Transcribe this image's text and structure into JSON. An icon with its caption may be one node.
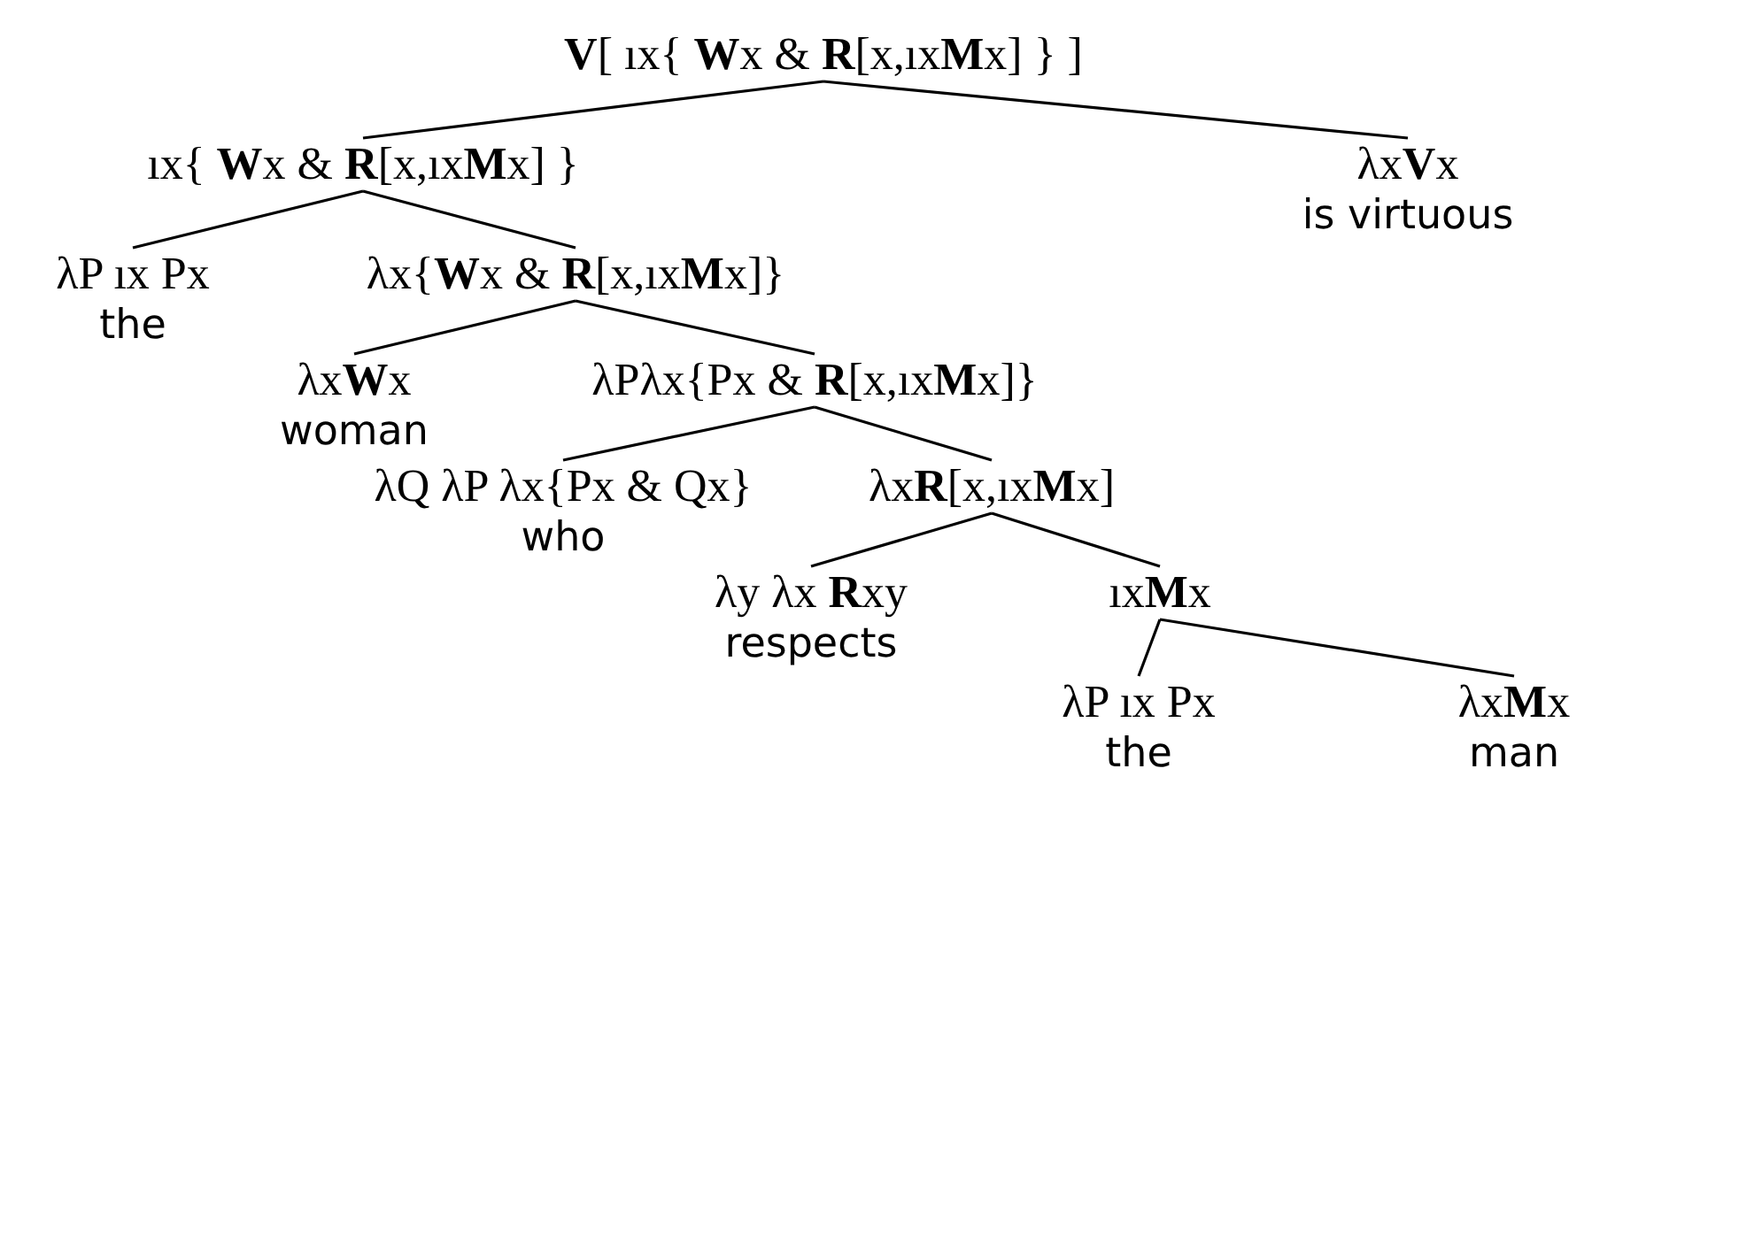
{
  "diagram": {
    "nodes": [
      {
        "text": [
          "**V**[ ıx{ **W**x & **R**[x,ıx**M**x] } ]"
        ]
      },
      {
        "text": [
          "ıx{ **W**x & **R**[x,ıx**M**x] }"
        ]
      },
      {
        "text": [
          "λx**V**x",
          "is virtuous"
        ]
      },
      {
        "text": [
          "λP ıx Px",
          "the"
        ]
      },
      {
        "text": [
          "λx{**W**x & **R**[x,ıx**M**x]}"
        ]
      },
      {
        "text": [
          "λx**W**x",
          "woman"
        ]
      },
      {
        "text": [
          "λPλx{Px & **R**[x,ıx**M**x]}"
        ]
      },
      {
        "text": [
          "λQ λP λx{Px & Qx}",
          "who"
        ]
      },
      {
        "text": [
          "λx**R**[x,ıx**M**x]"
        ]
      },
      {
        "text": [
          "λy λx **R**xy",
          "respects"
        ]
      },
      {
        "text": [
          "ıx**M**x"
        ]
      },
      {
        "text": [
          "λP ıx Px",
          "the"
        ]
      },
      {
        "text": [
          "λx**M**x",
          "man"
        ]
      }
    ],
    "edges": [
      {
        "from": 0,
        "to": 1,
        "arrow": "none"
      },
      {
        "from": 0,
        "to": 2,
        "arrow": "none"
      },
      {
        "from": 1,
        "to": 3,
        "arrow": "none"
      },
      {
        "from": 1,
        "to": 4,
        "arrow": "none"
      },
      {
        "from": 4,
        "to": 5,
        "arrow": "none"
      },
      {
        "from": 4,
        "to": 6,
        "arrow": "none"
      },
      {
        "from": 6,
        "to": 7,
        "arrow": "none"
      },
      {
        "from": 6,
        "to": 8,
        "arrow": "none"
      },
      {
        "from": 8,
        "to": 9,
        "arrow": "none"
      },
      {
        "from": 8,
        "to": 10,
        "arrow": "none"
      },
      {
        "from": 10,
        "to": 11,
        "arrow": "none"
      },
      {
        "from": 10,
        "to": 12,
        "arrow": "none"
      }
    ]
  }
}
